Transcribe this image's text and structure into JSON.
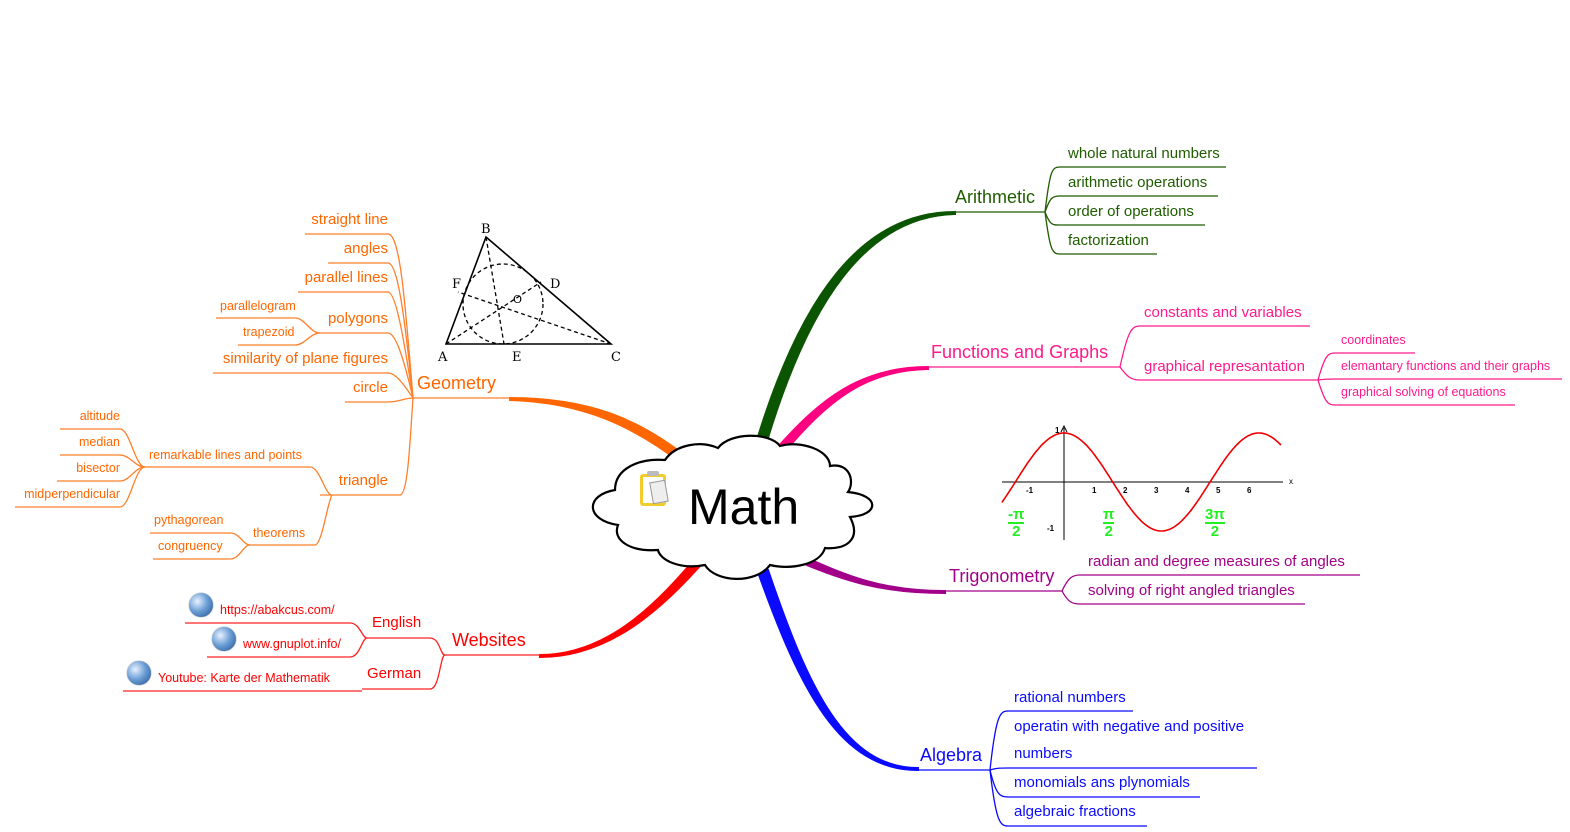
{
  "center": {
    "title": "Math",
    "icon": "clipboard-icon"
  },
  "geometry": {
    "label": "Geometry",
    "items": [
      "straight line",
      "angles",
      "parallel lines",
      "polygons",
      "similarity of plane figures",
      "circle",
      "triangle"
    ],
    "polygons": [
      "parallelogram",
      "trapezoid"
    ],
    "triangle": {
      "remarkable": "remarkable lines and points",
      "remarkable_items": [
        "altitude",
        "median",
        "bisector",
        "midperpendicular"
      ],
      "theorems": "theorems",
      "theorem_items": [
        "pythagorean",
        "congruency"
      ]
    },
    "figure_labels": [
      "A",
      "B",
      "C",
      "D",
      "E",
      "F",
      "O"
    ]
  },
  "websites": {
    "label": "Websites",
    "english": "English",
    "german": "German",
    "links": [
      "https://abakcus.com/",
      "www.gnuplot.info/",
      "Youtube: Karte der Mathematik"
    ]
  },
  "arithmetic": {
    "label": "Arithmetic",
    "items": [
      "whole natural numbers",
      "arithmetic operations",
      "order of operations",
      "factorization"
    ]
  },
  "functions": {
    "label": "Functions and Graphs",
    "items": [
      "constants and variables",
      "graphical represantation"
    ],
    "graphical": [
      "coordinates",
      "elemantary functions and their graphs",
      "graphical solving of equations"
    ]
  },
  "trig_graph": {
    "x_ticks": [
      "-1",
      "1",
      "2",
      "3",
      "4",
      "5",
      "6"
    ],
    "y_ticks": [
      "1",
      "-1"
    ],
    "x_axis": "x",
    "pi_labels": [
      {
        "num": "-π",
        "den": "2"
      },
      {
        "num": "π",
        "den": "2"
      },
      {
        "num": "3π",
        "den": "2"
      }
    ]
  },
  "trigonometry": {
    "label": "Trigonometry",
    "items": [
      "radian and degree measures of angles",
      "solving of right angled triangles"
    ]
  },
  "algebra": {
    "label": "Algebra",
    "items": [
      "rational numbers",
      "operatin with negative and positive",
      "numbers",
      "monomials ans plynomials",
      "algebraic fractions"
    ]
  },
  "colors": {
    "geometry": "#ff6600",
    "arithmetic": "#1f5c00",
    "functions": "#ff1a8c",
    "trigonometry": "#a3008a",
    "algebra": "#0a0aff",
    "websites": "#ff0000"
  }
}
